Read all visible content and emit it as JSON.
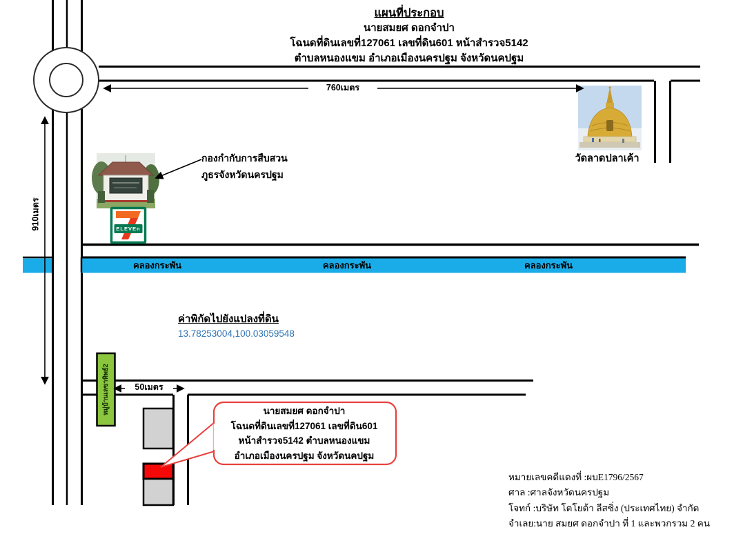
{
  "title": {
    "heading": "แผนที่ประกอบ",
    "lines": [
      "นายสมยศ ดอกจำปา",
      "โฉนดที่ดินเลขที่127061 เลขที่ดิน601 หน้าสำรวจ5142",
      "ตำบลหนองแขม อำเภอเมืองนครปฐม จังหวัดนคปฐม"
    ]
  },
  "distances": {
    "top": "760เมตร",
    "left": "910เมตร",
    "small": "50เมตร"
  },
  "canal": {
    "labels": [
      "คลองกระพัน",
      "คลองกระพัน",
      "คลองกระพัน"
    ],
    "color": "#1AACE8"
  },
  "landmarks": {
    "police": {
      "label_line1": "กองกำกับการสืบสวน",
      "label_line2": "ภูธรจังหวัดนครปฐม"
    },
    "temple": {
      "label": "วัดลาดปลาเค้า"
    },
    "seven_eleven": {
      "digit": "7",
      "band_text": "ELEVEn"
    },
    "village_sign": {
      "text": "หมู่บ้านเลขาทิพย์2",
      "color": "#8CC63F"
    }
  },
  "coordinates": {
    "heading": "ค่าพิกัดไปยังแปลงที่ดิน",
    "value": "13.78253004,100.03059548",
    "value_color": "#2E74B5"
  },
  "callout": {
    "lines": [
      "นายสมยศ ดอกจำปา",
      "โฉนดที่ดินเลขที่127061 เลขที่ดิน601",
      "หน้าสำรวจ5142 ตำบลหนองแขม",
      "อำเภอเมืองนครปฐม จังหวัดนคปฐม"
    ],
    "border_color": "#E8403C"
  },
  "parcels": {
    "target_color": "#F50808",
    "neighbor_color": "#D2D2D2"
  },
  "case_info": {
    "lines": [
      "หมายเลขคดีแดงที่ :ผบE1796/2567",
      "ศาล :ศาลจังหวัดนครปฐม",
      "โจทก์ :บริษัท โตโยต้า ลีสซิ่ง (ประเทศไทย) จำกัด",
      "จำเลย:นาย สมยศ ดอกจำปา ที่ 1 และพวกรวม 2 คน"
    ]
  }
}
